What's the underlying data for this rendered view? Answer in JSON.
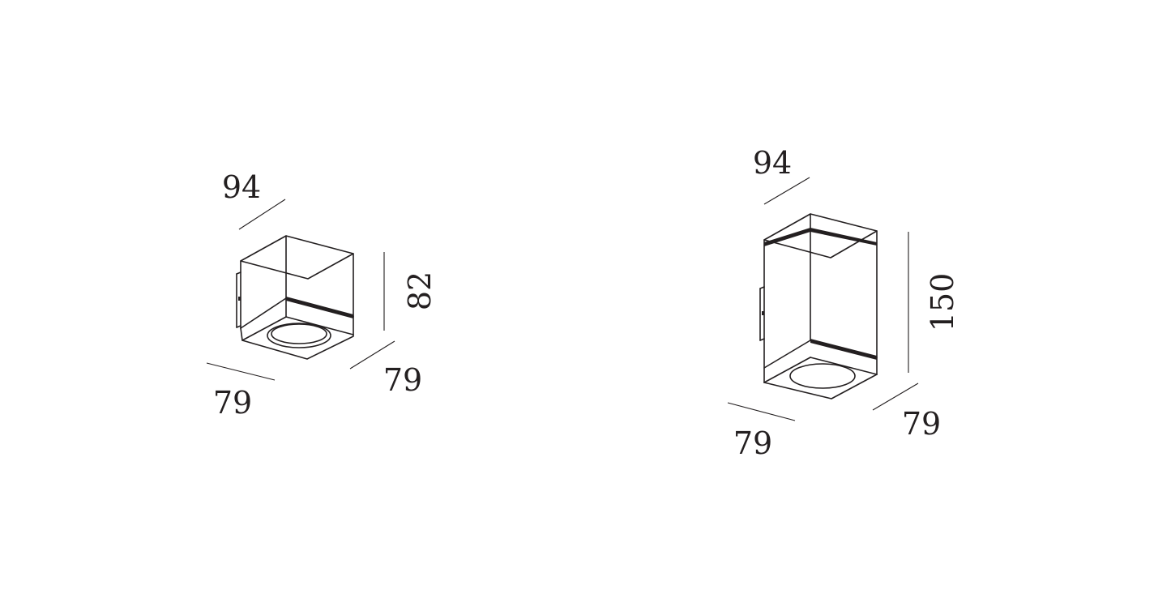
{
  "drawings": [
    {
      "name": "short-luminaire",
      "dimensions": {
        "top_width": "94",
        "height": "82",
        "front_depth": "79",
        "side_depth": "79"
      }
    },
    {
      "name": "tall-luminaire",
      "dimensions": {
        "top_width": "94",
        "height": "150",
        "front_depth": "79",
        "side_depth": "79"
      }
    }
  ]
}
